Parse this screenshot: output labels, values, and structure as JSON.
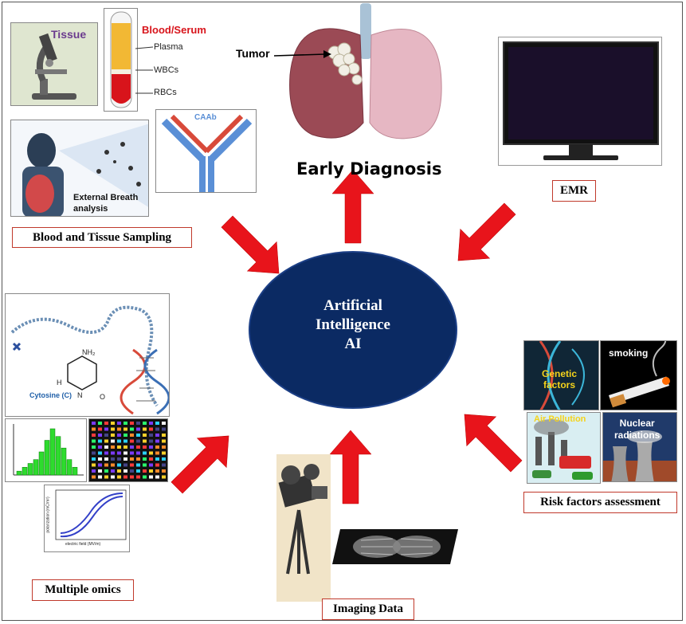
{
  "center": {
    "line1": "Artificial",
    "line2": "Intelligence",
    "line3": "AI",
    "color": "#0b2a63"
  },
  "labels": {
    "early_diagnosis": "Early Diagnosis",
    "emr": "EMR",
    "blood_tissue": "Blood and Tissue Sampling",
    "risk_factors": "Risk factors assessment",
    "multiple_omics": "Multiple omics",
    "imaging_data": "Imaging Data"
  },
  "sampling": {
    "tissue": "Tissue",
    "blood_serum": "Blood/Serum",
    "plasma": "Plasma",
    "wbcs": "WBCs",
    "rbcs": "RBCs",
    "caab": "CAAb",
    "breath_line1": "External Breath",
    "breath_line2": "analysis"
  },
  "tumor": "Tumor",
  "risk": {
    "genetic_line1": "Genetic",
    "genetic_line2": "factors",
    "smoking": "smoking",
    "air_pollution": "Air Pollution",
    "nuclear_line1": "Nuclear",
    "nuclear_line2": "radiations"
  },
  "omics": {
    "nh2": "NH₂",
    "h": "H",
    "n": "N",
    "o": "O",
    "cytosine": "Cytosine (C)",
    "plot_xlabel": "electric field (MV/m)",
    "plot_ylabel": "polarization (mC/m²)"
  },
  "histogram": {
    "values": [
      1,
      2,
      3,
      4,
      6,
      9,
      12,
      10,
      7,
      4,
      2
    ]
  },
  "colors": {
    "arrow": "#e8141b",
    "label_border": "#c0392b",
    "ai_fill": "#0b2a63"
  }
}
